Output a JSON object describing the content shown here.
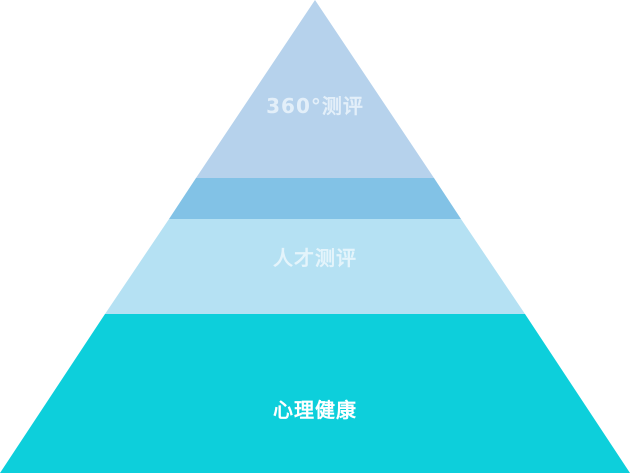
{
  "pyramid": {
    "tiers": [
      {
        "label": "360°测评",
        "color": "#b6d2ec",
        "text_color": "#e3eff9"
      },
      {
        "label": "",
        "color": "#82c2e6",
        "text_color": ""
      },
      {
        "label": "人才测评",
        "color": "#b5e1f3",
        "text_color": "#e4f4fb"
      },
      {
        "label": "心理健康",
        "color": "#0dcfdb",
        "text_color": "#ffffff"
      }
    ]
  }
}
